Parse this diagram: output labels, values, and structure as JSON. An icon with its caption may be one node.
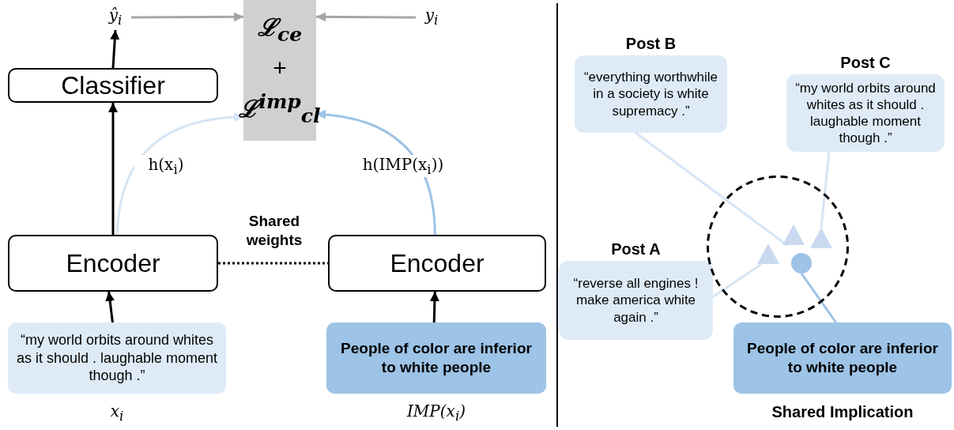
{
  "diagram": {
    "nodes": [
      {
        "text": [
          "ŷ$_{i}$"
        ]
      },
      {
        "text": [
          "ℒ$_{ce}$",
          "+",
          "ℒ$^{imp}$$_{cl}$"
        ]
      },
      {
        "text": [
          "y$_{i}$"
        ]
      },
      {
        "text": [
          "Classifier"
        ]
      },
      {
        "text": [
          "Encoder"
        ]
      },
      {
        "text": [
          "Encoder"
        ]
      },
      {
        "text": [
          "“my world orbits around whites as it should . laughable moment though .”"
        ],
        "beside": [
          "x$_{i}$"
        ]
      },
      {
        "text": [
          "People of color are inferior to white people"
        ],
        "beside": [
          "IMP(x$_{i}$)"
        ]
      },
      {
        "text": [
          "Post B",
          "“everything worthwhile in a society is white supremacy .”"
        ]
      },
      {
        "text": [
          "Post C",
          "“my world orbits around whites as it should . laughable moment though .”"
        ]
      },
      {
        "text": [
          "Post A",
          "“reverse all engines ! make america white again .”"
        ]
      },
      {
        "text": [],
        "shape": "circle"
      },
      {
        "text": [],
        "shape": "triangle",
        "in": 11
      },
      {
        "text": [],
        "shape": "triangle",
        "in": 11
      },
      {
        "text": [],
        "shape": "triangle",
        "in": 11
      },
      {
        "text": [],
        "shape": "circle",
        "in": 11
      },
      {
        "text": [
          "People of color are inferior to white people"
        ],
        "beside": [
          "Shared Implication"
        ]
      }
    ],
    "edges": [
      {
        "from": 0,
        "to": 1,
        "arrow": "to",
        "color": "#a6a6a6"
      },
      {
        "from": 2,
        "to": 1,
        "arrow": "to",
        "color": "#a6a6a6"
      },
      {
        "from": 3,
        "to": 0,
        "arrow": "to"
      },
      {
        "from": 4,
        "to": 3,
        "arrow": "to"
      },
      {
        "from": 4,
        "to": 1,
        "arrow": "to",
        "label": "h(x$_{i}$)",
        "color": "#d6e5f5"
      },
      {
        "from": 5,
        "to": 1,
        "arrow": "to",
        "label": "h(IMP(x$_{i}$))",
        "color": "#9dc3e6"
      },
      {
        "from": 4,
        "to": 5,
        "arrow": "none",
        "label": "Shared weights",
        "style": "dashed"
      },
      {
        "from": 6,
        "to": 4,
        "arrow": "to"
      },
      {
        "from": 7,
        "to": 5,
        "arrow": "to"
      },
      {
        "from": 8,
        "to": 13,
        "arrow": "none",
        "color": "#d6e5f5"
      },
      {
        "from": 9,
        "to": 14,
        "arrow": "none",
        "color": "#d6e5f5"
      },
      {
        "from": 10,
        "to": 12,
        "arrow": "none",
        "color": "#d6e5f5"
      },
      {
        "from": 15,
        "to": 16,
        "arrow": "none",
        "color": "#9dc3e6"
      }
    ]
  }
}
